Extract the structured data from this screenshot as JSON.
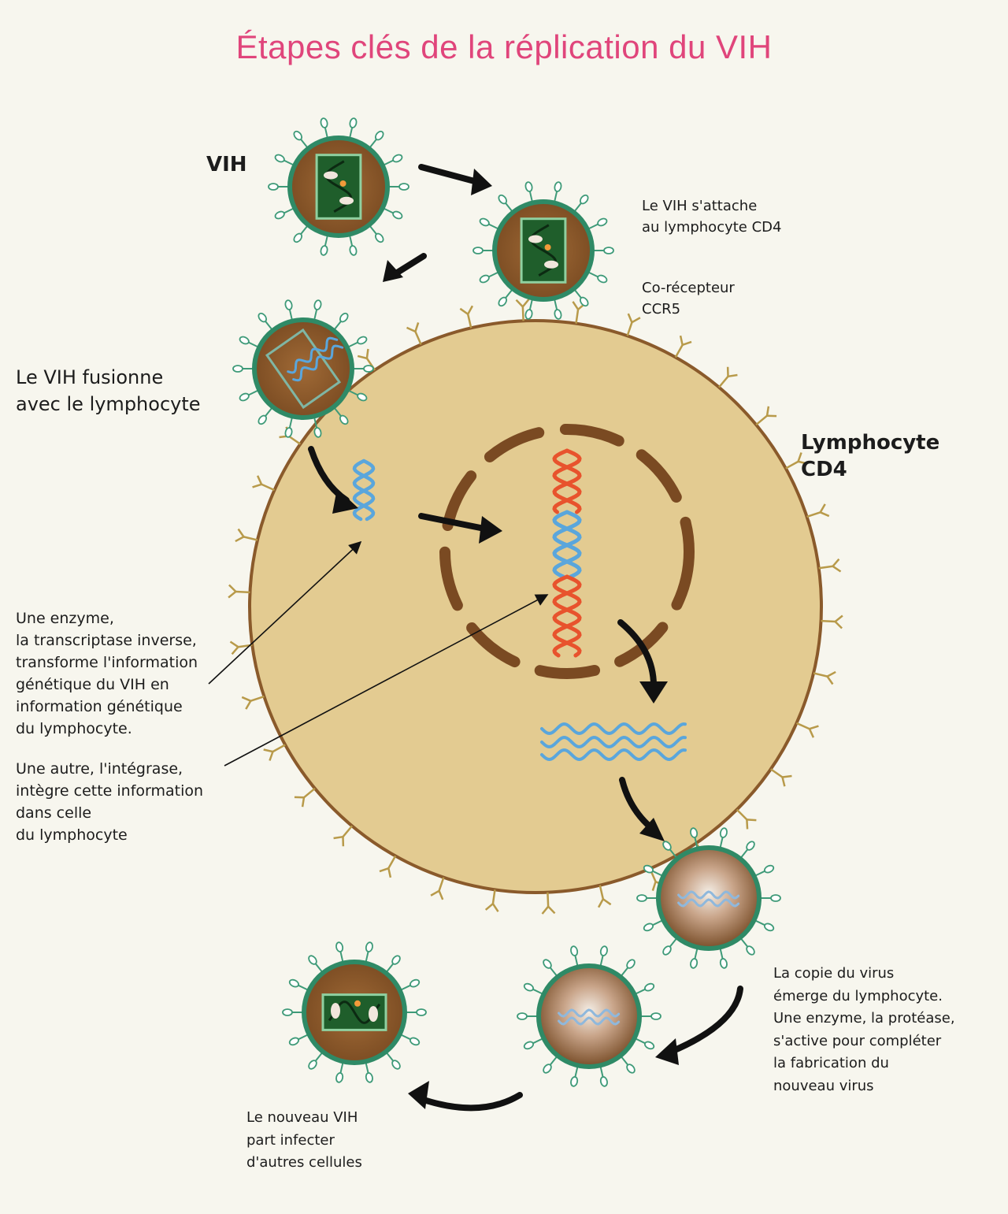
{
  "title": "Étapes clés de la réplication du VIH",
  "labels": {
    "vih": "VIH",
    "attach": [
      "Le VIH s'attache",
      "au lymphocyte CD4"
    ],
    "coreceptor": [
      "Co-récepteur",
      "CCR5"
    ],
    "fusion": [
      "Le VIH fusionne",
      "avec le lymphocyte"
    ],
    "lymphocyte": [
      "Lymphocyte",
      "CD4"
    ],
    "transcriptase": [
      "Une enzyme,",
      "la transcriptase inverse,",
      "transforme l'information",
      "génétique du VIH en",
      "information génétique",
      "du lymphocyte."
    ],
    "integrase": [
      "Une autre, l'intégrase,",
      "intègre cette information",
      "dans celle",
      "du lymphocyte"
    ],
    "emerge": [
      "La copie du virus",
      "émerge du lymphocyte.",
      "Une enzyme, la protéase,",
      "s'active pour compléter",
      "la fabrication du",
      "nouveau virus"
    ],
    "new_virus": [
      "Le nouveau VIH",
      "part infecter",
      "d'autres cellules"
    ]
  },
  "colors": {
    "title": "#e0457b",
    "cell_fill": "#e3cb91",
    "cell_stroke": "#8a5a2b",
    "nucleus": "#7a4a22",
    "virus_core": "#8b5a2b",
    "virus_ring": "#2f8a66",
    "capsid": "#1f5e2b",
    "rna_blue": "#5aa6dc",
    "dna_red": "#e8532d"
  }
}
